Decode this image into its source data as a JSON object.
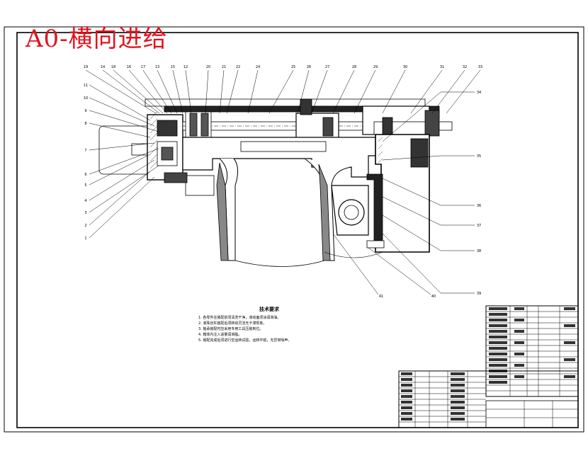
{
  "title": "A0-横向进给",
  "notes": {
    "heading": "技术要求",
    "lines": [
      "1. 各零件在装配前须清洗干净，滑动面须涂润滑油。",
      "2. 滚珠丝杠装配后须转动灵活无卡滞现象。",
      "3. 轴承装配时应采用专用工具压装到位。",
      "4. 箱体内注入适量润滑脂。",
      "5. 装配完成后须进行空运转试验，运转平稳，无异常噪声。"
    ]
  },
  "part_numbers": {
    "top": [
      "19",
      "14",
      "18",
      "16",
      "17",
      "13",
      "15",
      "12",
      "20",
      "21",
      "22",
      "24",
      "25",
      "26",
      "27",
      "28",
      "29",
      "30",
      "31",
      "32",
      "33"
    ],
    "left": [
      "11",
      "10",
      "9",
      "8",
      "7",
      "6",
      "5",
      "4",
      "3",
      "2",
      "1"
    ],
    "right": [
      "34",
      "35",
      "36",
      "37",
      "38",
      "39"
    ],
    "bottom": [
      "41",
      "40"
    ]
  },
  "colors": {
    "line": "#000000",
    "title": "#e0141e",
    "border": "#000000"
  }
}
